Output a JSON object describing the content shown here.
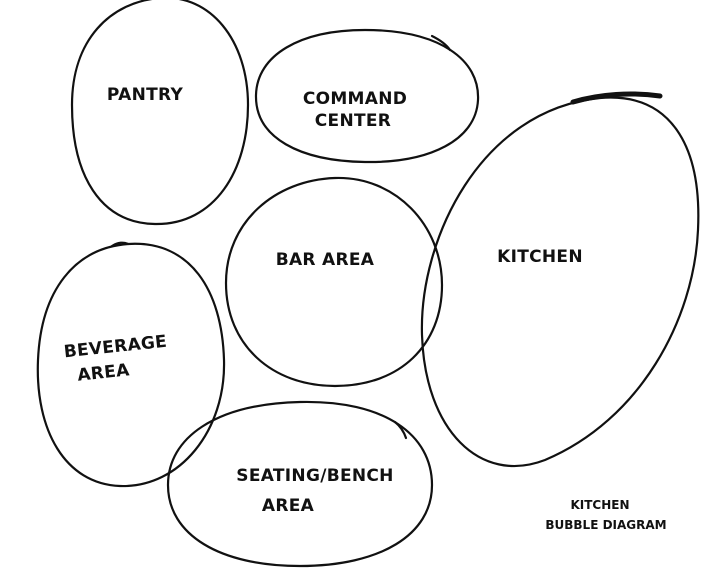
{
  "diagram": {
    "bubbles": {
      "pantry": "PANTRY",
      "command_center": [
        "COMMAND",
        "CENTER"
      ],
      "bar_area": "BAR AREA",
      "kitchen": "KITCHEN",
      "beverage_area": [
        "BEVERAGE",
        "AREA"
      ],
      "seating_bench_area": [
        "SEATING/BENCH",
        "AREA"
      ]
    },
    "caption": [
      "KITCHEN",
      "BUBBLE DIAGRAM"
    ],
    "stroke_color": "#111111",
    "background_color": "#ffffff"
  }
}
